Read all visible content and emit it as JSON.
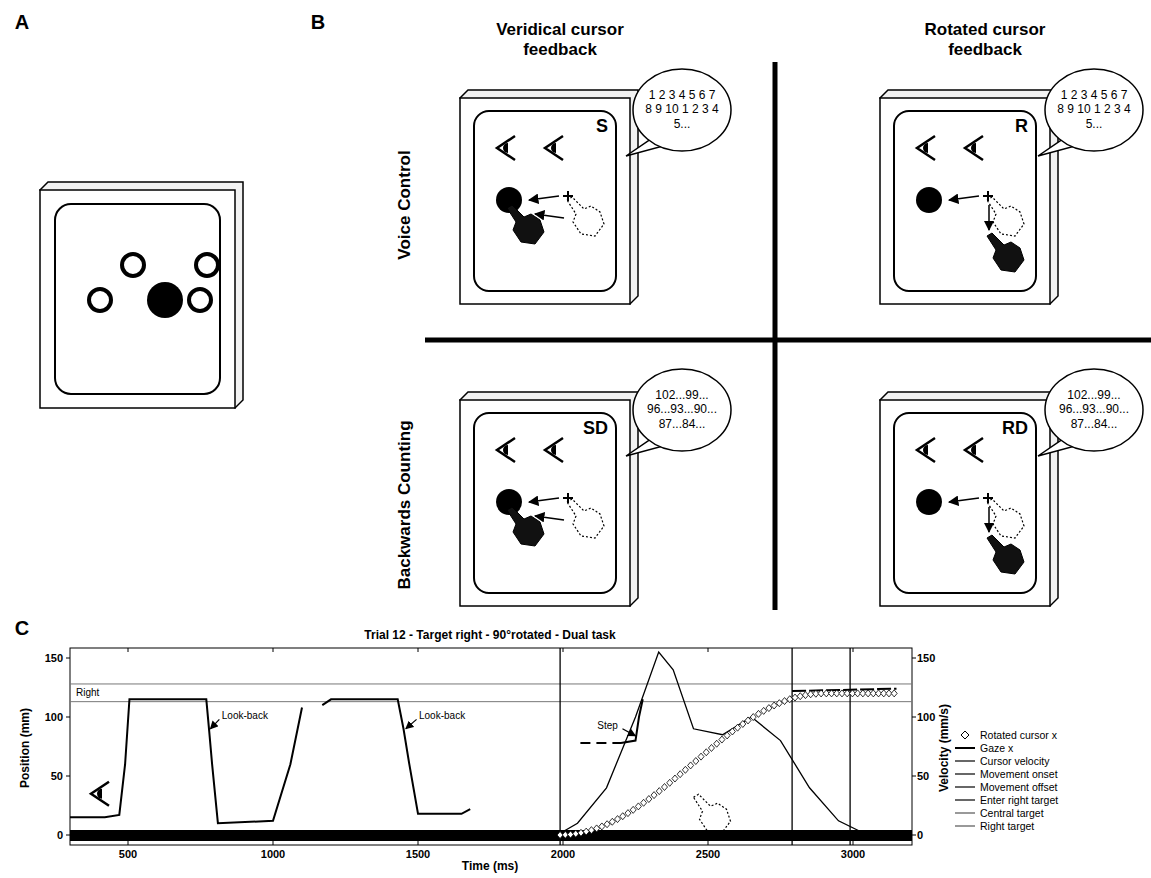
{
  "diagram": {
    "nodes": [
      {
        "text": [
          "S"
        ]
      },
      {
        "text": [
          "1 2 3 4 5 6 7 8 9 10 1 2 3 4 5..."
        ]
      },
      {
        "text": [
          "R"
        ]
      },
      {
        "text": [
          "1 2 3 4 5 6 7 8 9 10 1 2 3 4 5..."
        ]
      },
      {
        "text": [
          "SD"
        ]
      },
      {
        "text": [
          "102...99... 96...93...90... 87...84..."
        ]
      },
      {
        "text": [
          "RD"
        ]
      },
      {
        "text": [
          "102...99... 96...93...90... 87...84..."
        ]
      }
    ],
    "labels": [
      "A",
      "B",
      "C",
      "Veridical cursor feedback",
      "Rotated cursor feedback",
      "Voice Control",
      "Backwards Counting",
      "Trial 12 - Target right - 90°rotated - Dual task",
      "Position (mm)",
      "Velocity (mm/s)",
      "Time (ms)",
      "150",
      "100",
      "50",
      "0",
      "150",
      "100",
      "50",
      "0",
      "500",
      "1000",
      "1500",
      "2000",
      "2500",
      "3000",
      "Right",
      "Look-back",
      "Look-back",
      "Step"
    ],
    "legend": [
      {
        "text": "Rotated cursor x"
      },
      {
        "text": "Gaze x"
      },
      {
        "text": "Cursor velocity"
      },
      {
        "text": "Movement onset"
      },
      {
        "text": "Movement offset"
      },
      {
        "text": "Enter right target"
      },
      {
        "text": "Central target"
      },
      {
        "text": "Right target"
      }
    ]
  }
}
